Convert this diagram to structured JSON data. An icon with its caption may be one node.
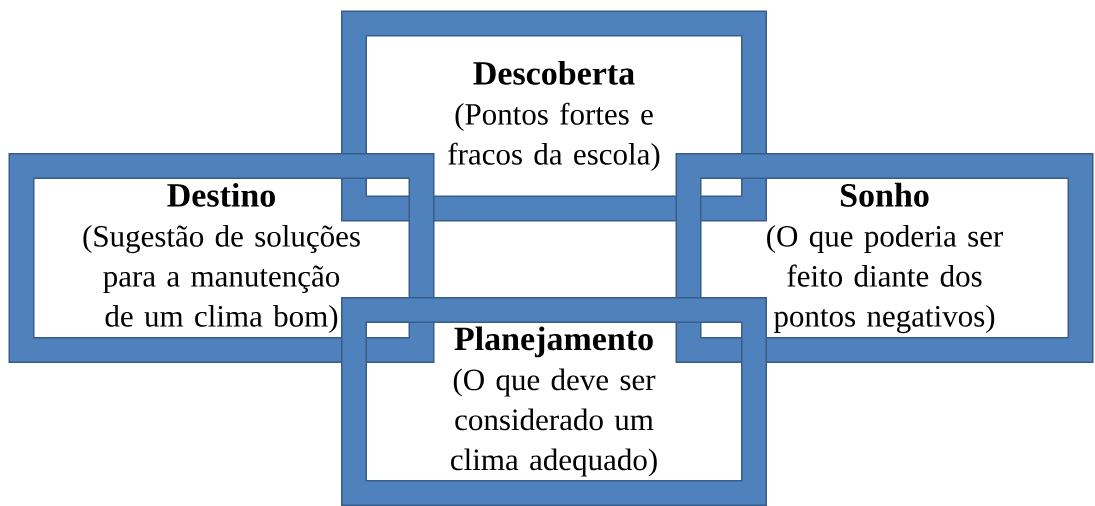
{
  "diagram": {
    "nodes": [
      {
        "text": [
          "Descoberta",
          "(Pontos fortes e fracos da escola)"
        ]
      },
      {
        "text": [
          "Destino",
          "(Sugestão de soluções para a manutenção de um clima bom)"
        ]
      },
      {
        "text": [
          "Sonho",
          "(O que poderia ser feito diante dos pontos negativos)"
        ]
      },
      {
        "text": [
          "Planejamento",
          "(O que deve ser considerado um clima adequado)"
        ]
      }
    ]
  }
}
